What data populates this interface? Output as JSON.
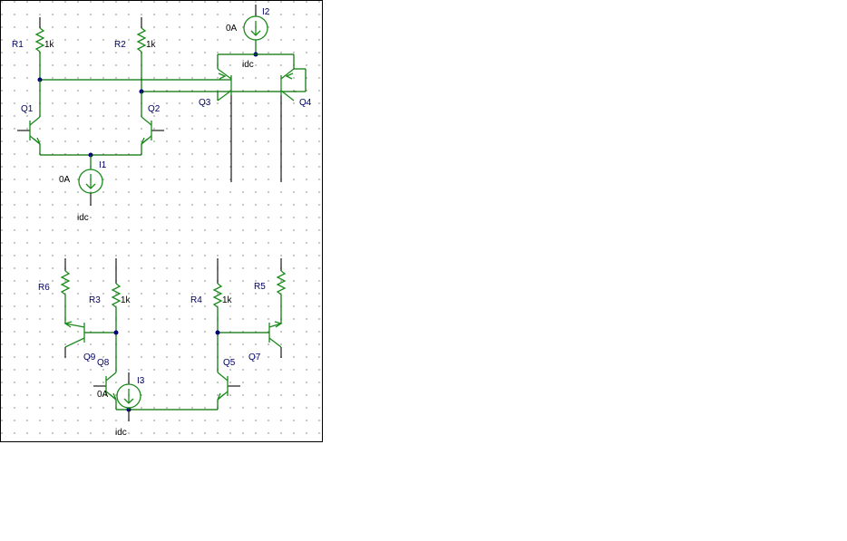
{
  "schematic": {
    "resistors": [
      {
        "ref": "R1",
        "value": "1k"
      },
      {
        "ref": "R2",
        "value": "1k"
      },
      {
        "ref": "R3",
        "value": "1k"
      },
      {
        "ref": "R4",
        "value": "1k"
      },
      {
        "ref": "R5",
        "value": ""
      },
      {
        "ref": "R6",
        "value": ""
      }
    ],
    "transistors": [
      "Q1",
      "Q2",
      "Q3",
      "Q4",
      "Q5",
      "Q7",
      "Q8",
      "Q9"
    ],
    "current_sources": [
      {
        "ref": "I1",
        "value": "0A",
        "type": "idc"
      },
      {
        "ref": "I2",
        "value": "0A",
        "type": "idc"
      },
      {
        "ref": "I3",
        "value": "0A",
        "type": "idc"
      }
    ]
  }
}
